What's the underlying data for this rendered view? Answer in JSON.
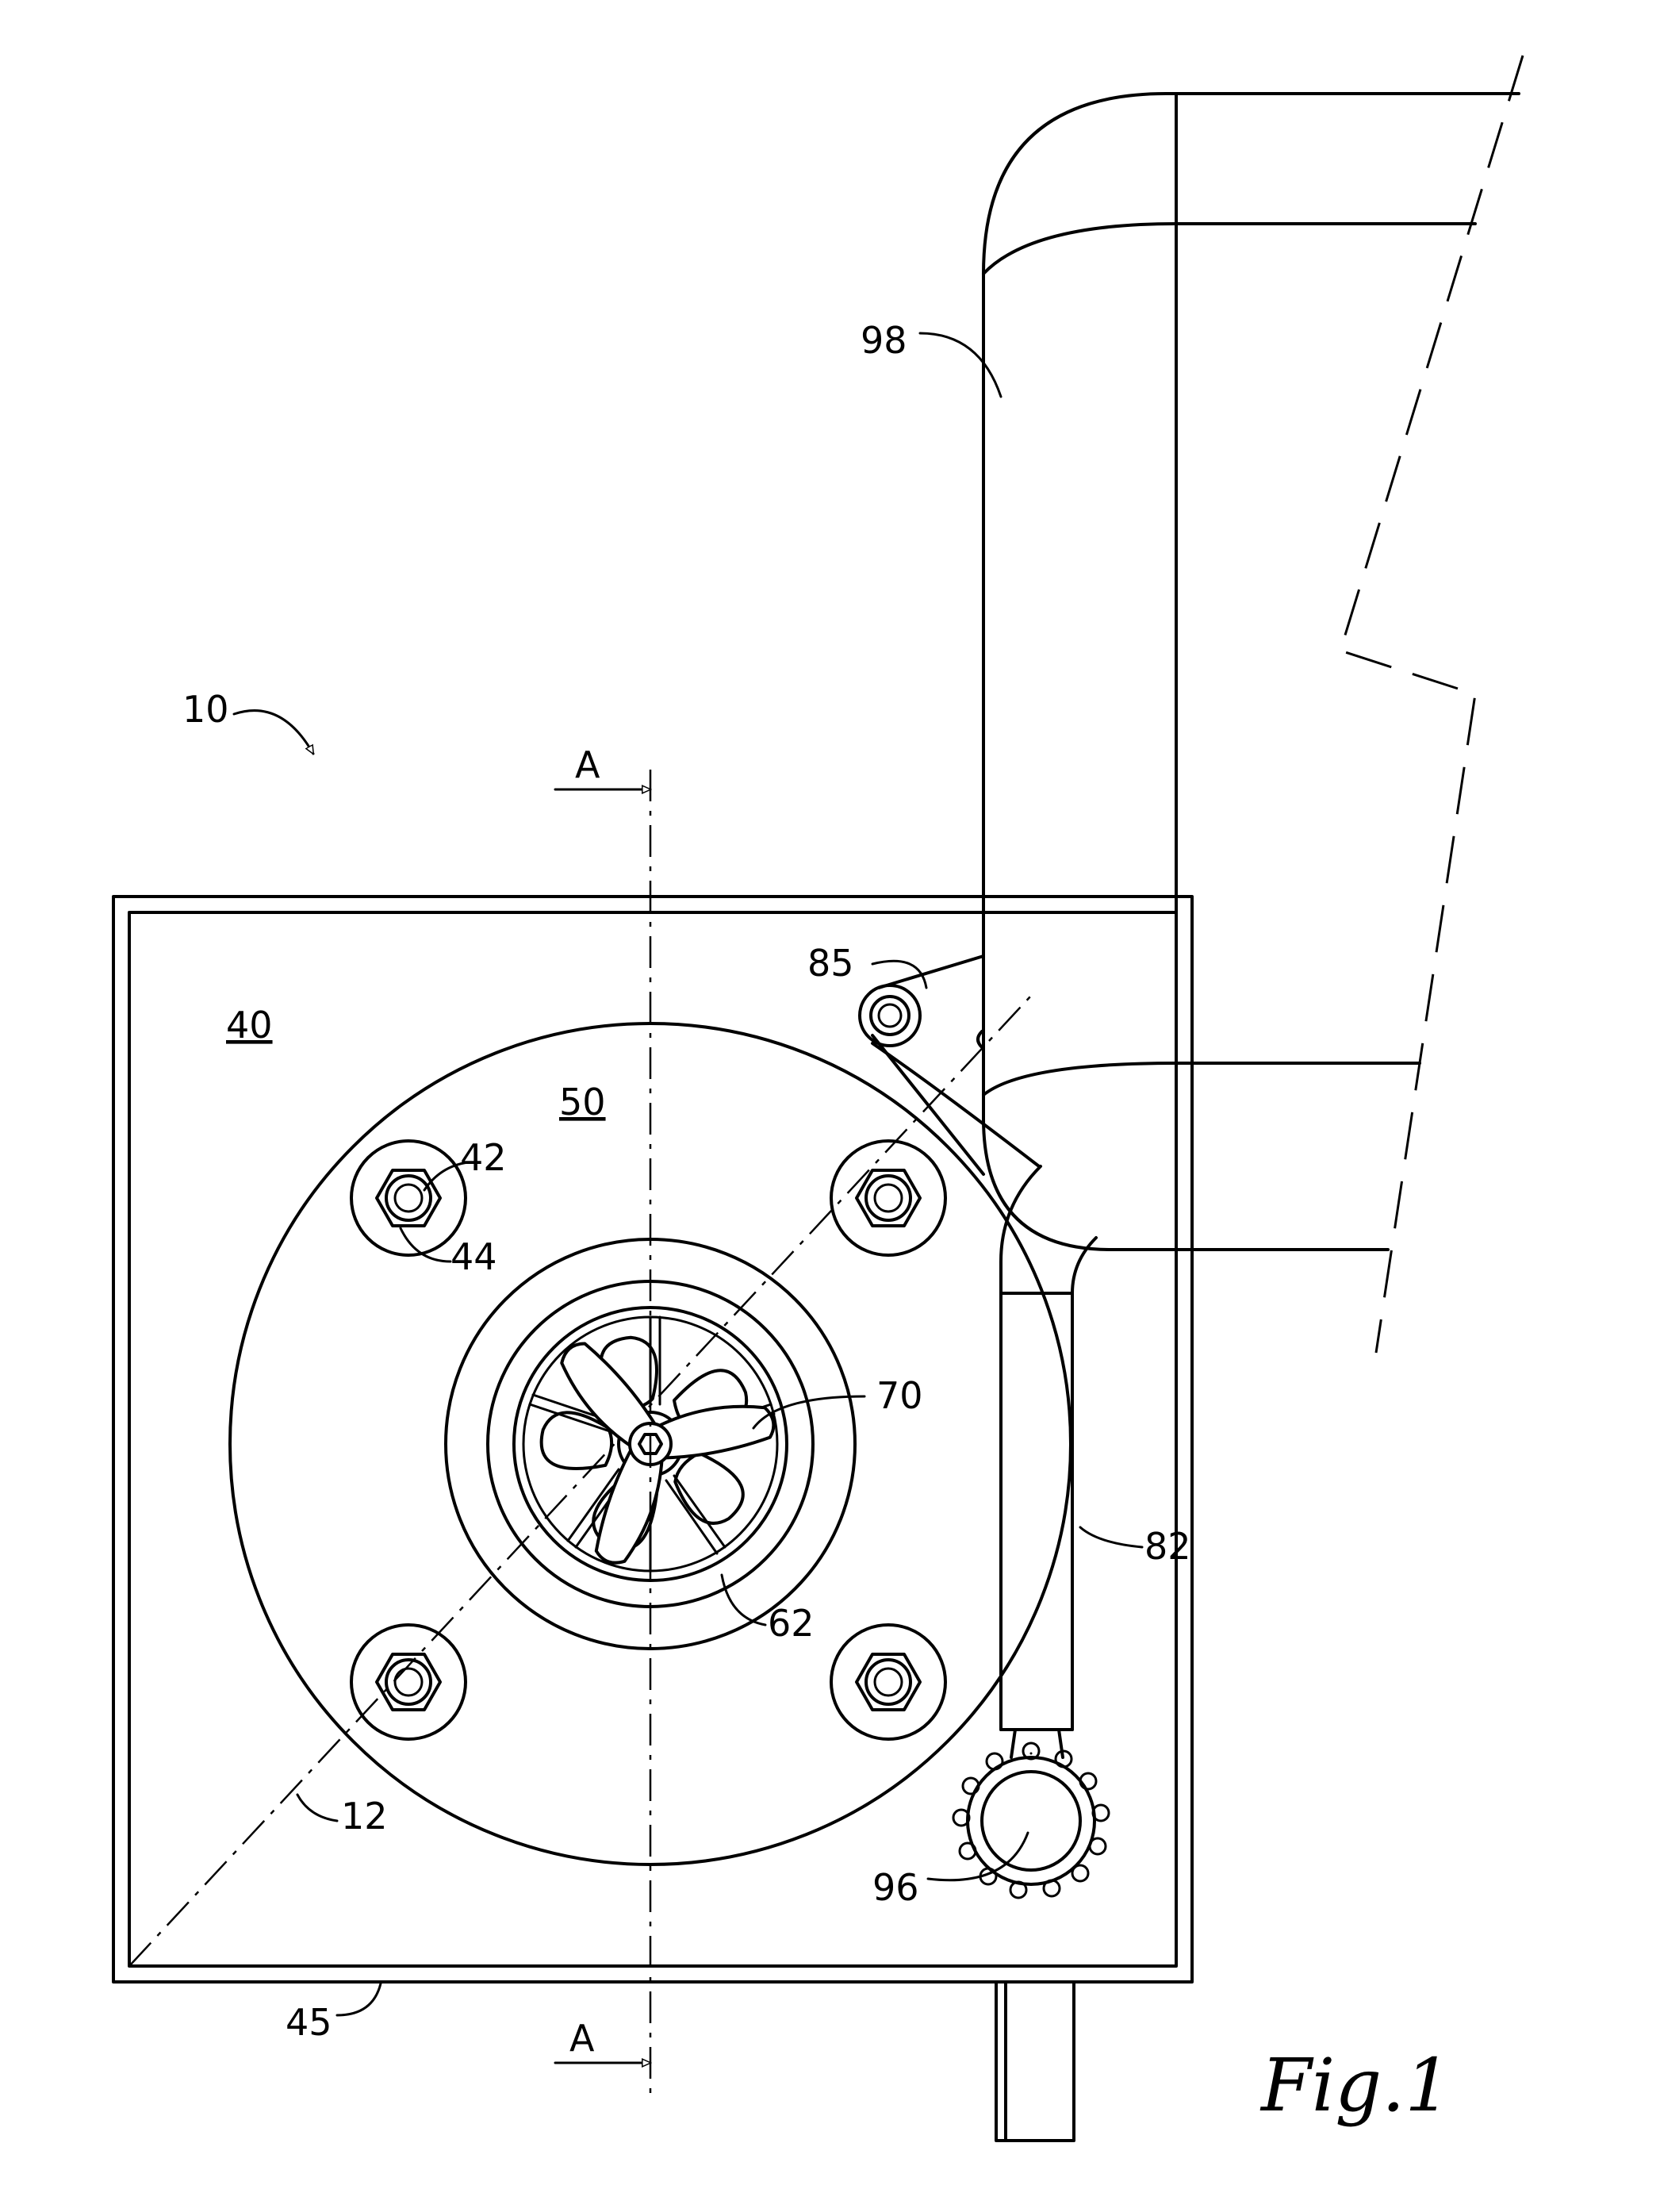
{
  "figure": {
    "caption": "Fig.1",
    "labels": {
      "l10": "10",
      "l40": "40",
      "l50": "50",
      "l42": "42",
      "l44": "44",
      "l70": "70",
      "l62": "62",
      "l82": "82",
      "l85": "85",
      "l96": "96",
      "l98": "98",
      "l12": "12",
      "l45": "45",
      "section_top": "A",
      "section_bottom": "A"
    }
  }
}
